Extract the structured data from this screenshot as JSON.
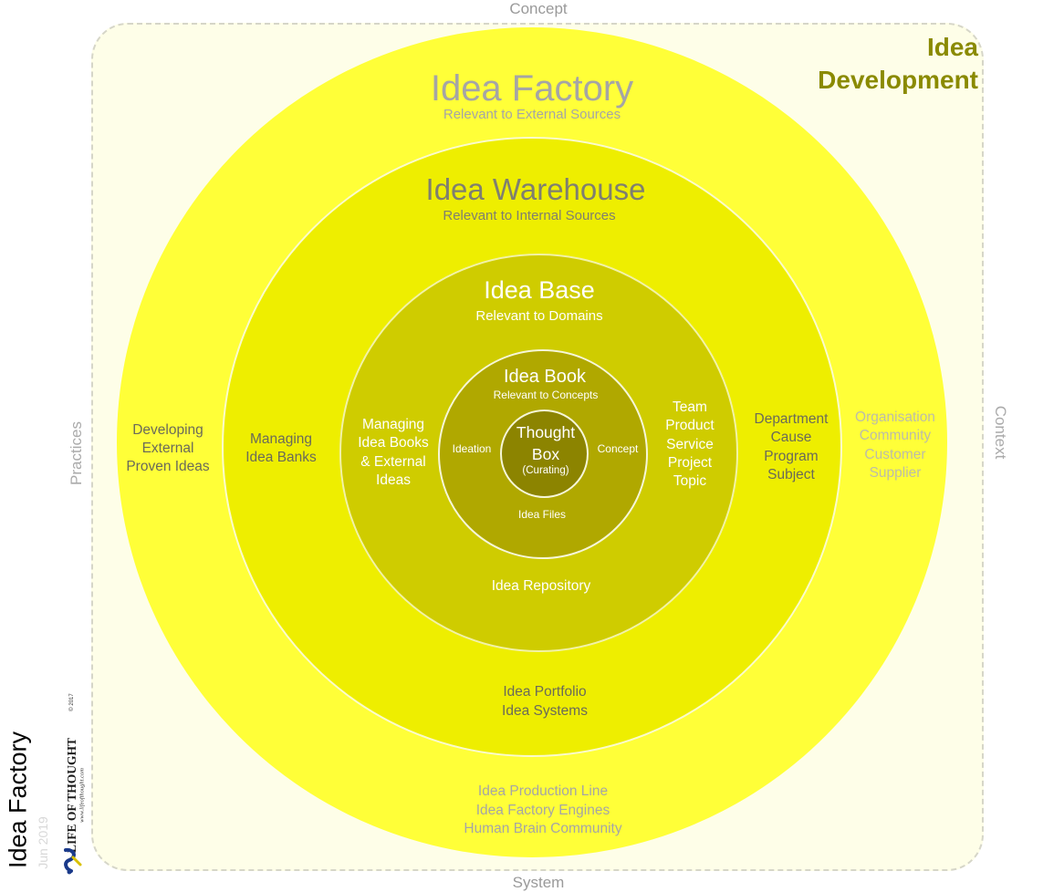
{
  "diagram": {
    "axes": {
      "top": "Concept",
      "bottom": "System",
      "left": "Practices",
      "right": "Context"
    },
    "corner_title": [
      "Idea",
      "Development"
    ],
    "rings": {
      "idea_factory": {
        "title": "Idea Factory",
        "subtitle": "Relevant to External Sources",
        "left_text": [
          "Developing",
          "External",
          "Proven Ideas"
        ],
        "bottom_text": [
          "Idea Production Line",
          "Idea Factory Engines",
          "Human Brain Community"
        ]
      },
      "idea_warehouse": {
        "title": "Idea Warehouse",
        "subtitle": "Relevant to Internal Sources",
        "left_text": [
          "Managing",
          "Idea Banks"
        ],
        "right_text": [
          "Department",
          "Cause",
          "Program",
          "Subject"
        ],
        "bottom_text": [
          "Idea Portfolio",
          "Idea Systems"
        ]
      },
      "idea_base": {
        "title": "Idea Base",
        "subtitle": "Relevant to Domains",
        "left_text": [
          "Managing",
          "Idea Books",
          "& External",
          "Ideas"
        ],
        "right_text": [
          "Team",
          "Product",
          "Service",
          "Project",
          "Topic"
        ],
        "bottom_text": "Idea Repository"
      },
      "idea_book": {
        "title": "Idea Book",
        "subtitle": "Relevant to Concepts",
        "left_text": "Ideation",
        "right_text": "Concept",
        "bottom_text": "Idea Files"
      },
      "thought_box": {
        "title": [
          "Thought",
          "Box"
        ],
        "subtitle": "(Curating)"
      }
    },
    "outside_right": [
      "Organisation",
      "Community",
      "Customer",
      "Supplier"
    ],
    "side_title": "Idea Factory",
    "date": "Jun 2019",
    "logo": {
      "name": "LIFE OF THOUGHT",
      "url": "www.lifeofthought.com",
      "copyright": "© 2017"
    }
  },
  "colors": {
    "outer_ring": "#ffff38",
    "ring2": "#eeee00",
    "ring3": "#cfcc00",
    "ring4": "#b0a800",
    "core": "#8c8400",
    "title_accent": "#8a8a00"
  }
}
